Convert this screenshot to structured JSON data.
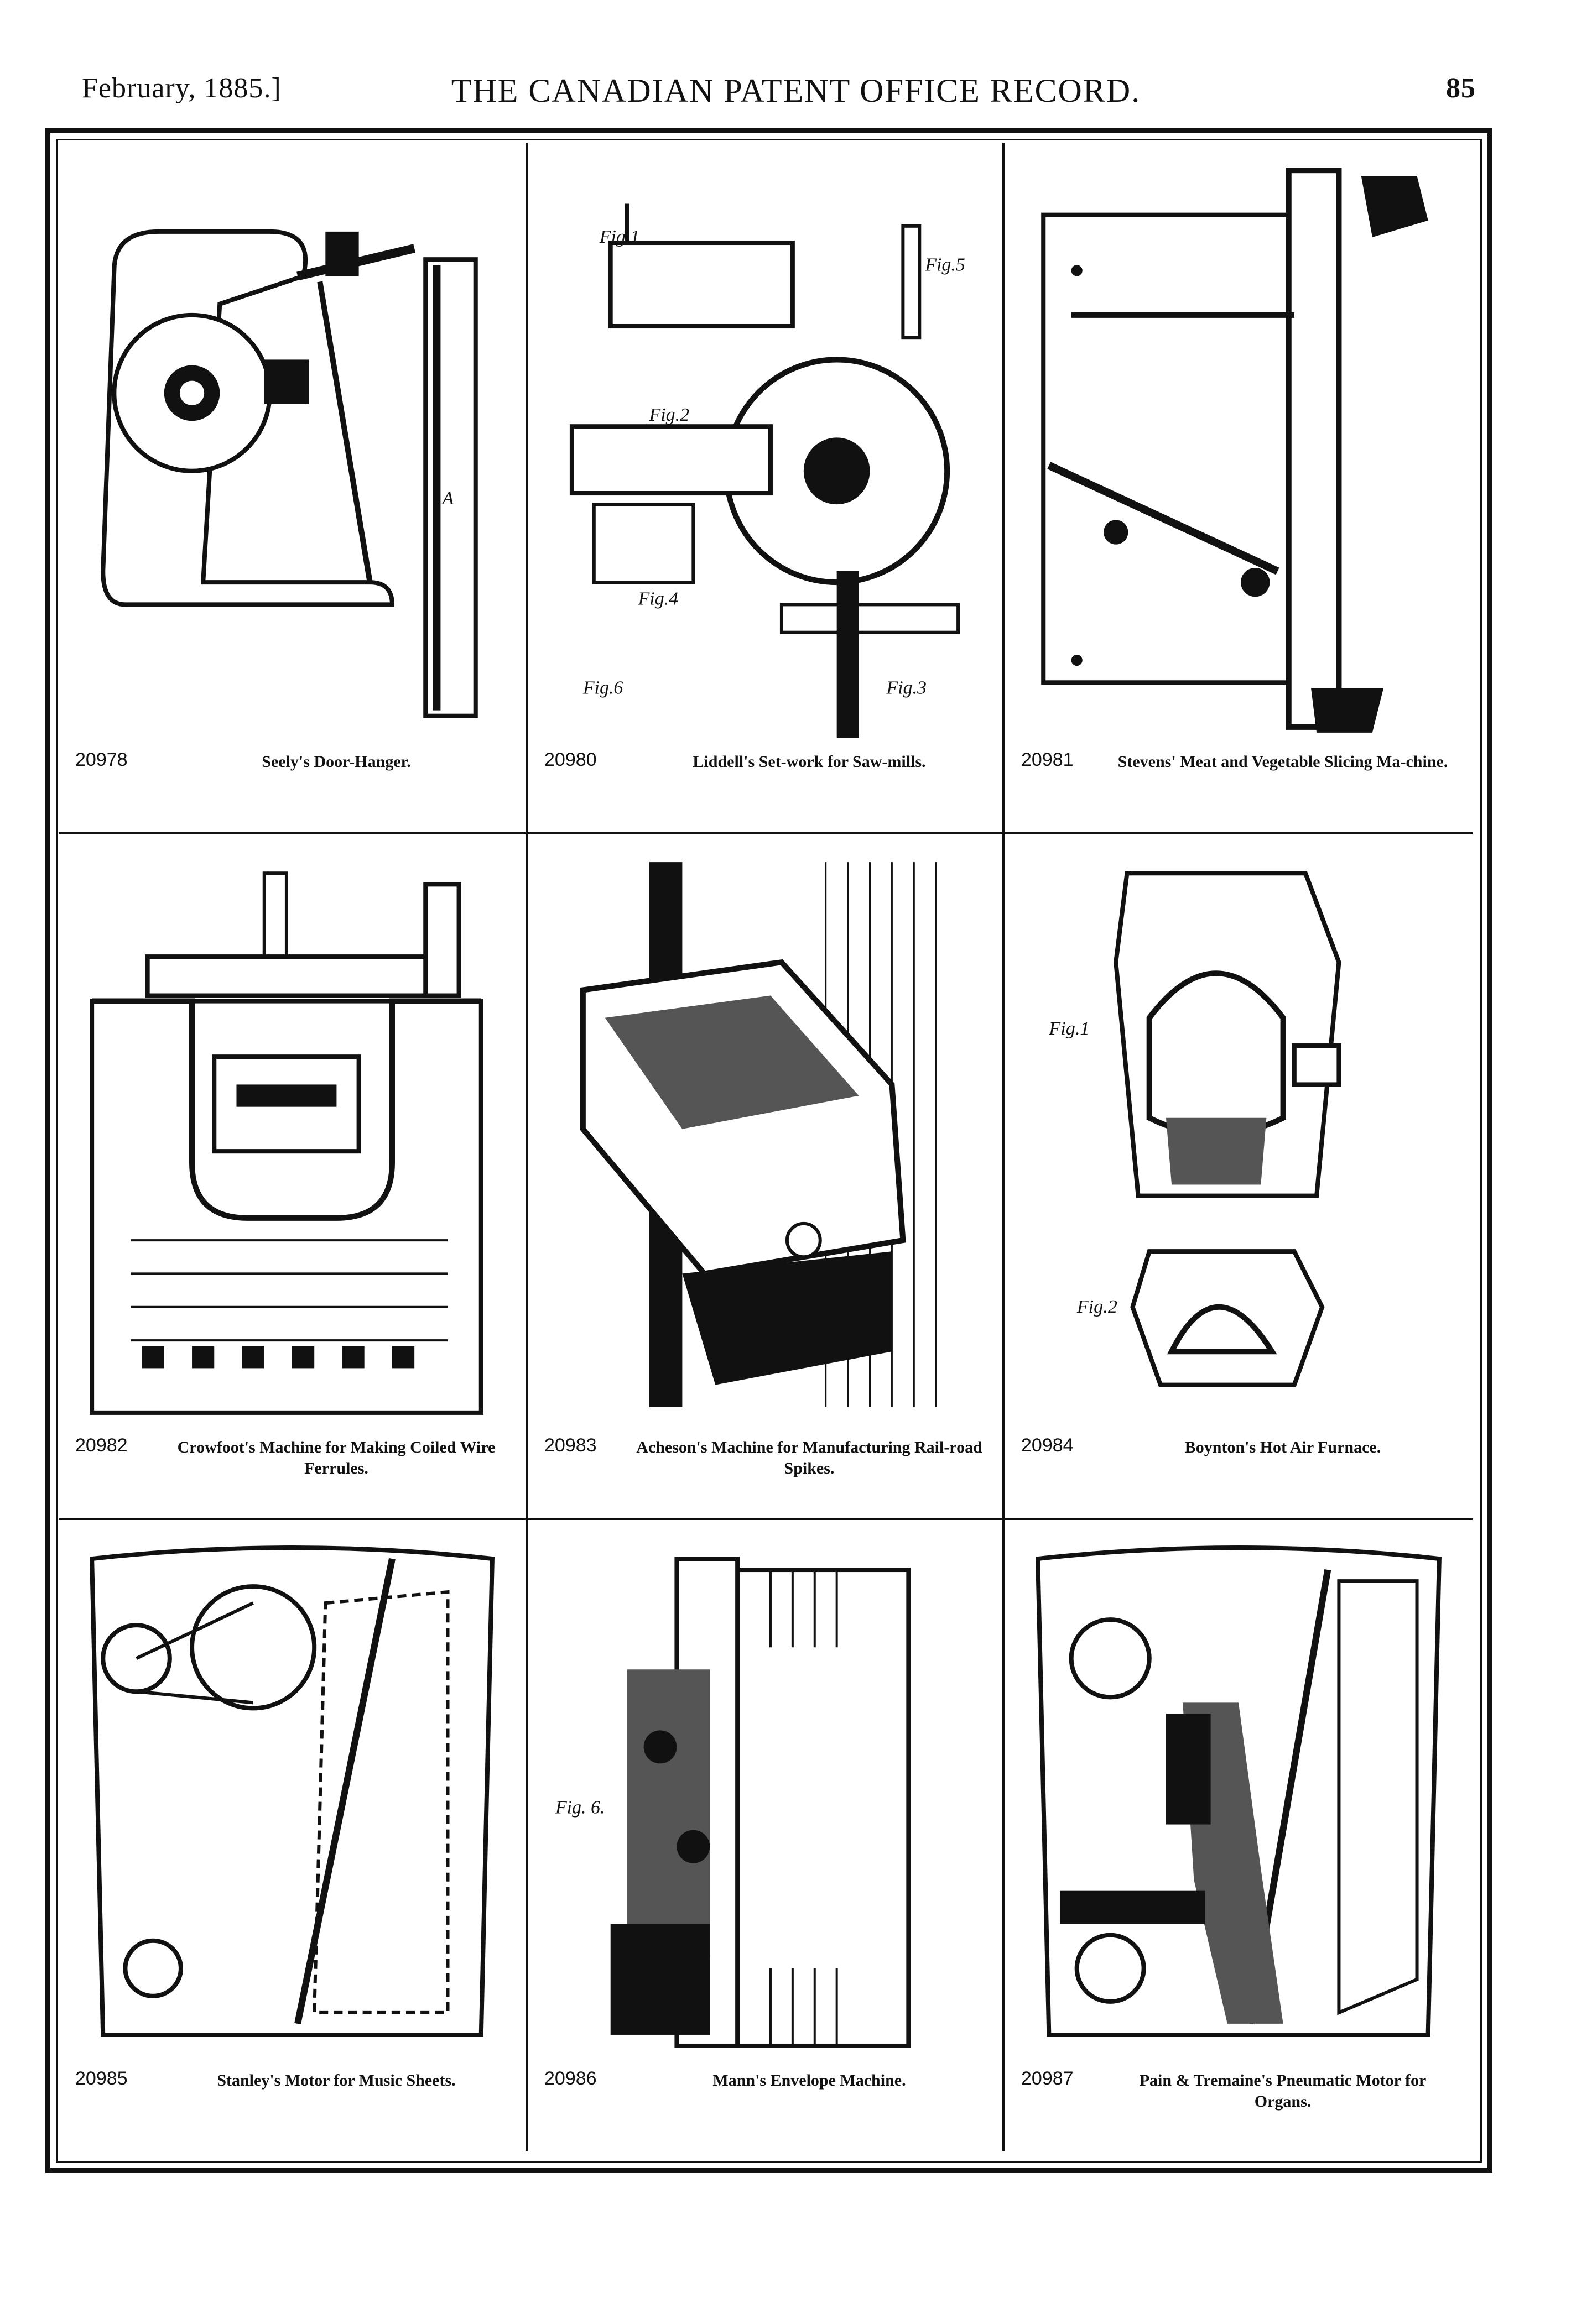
{
  "header": {
    "left": "February, 1885.]",
    "title": "THE CANADIAN PATENT OFFICE RECORD.",
    "page": "85"
  },
  "patents": [
    {
      "number": "20978",
      "title": "Seely's Door-Hanger.",
      "icon": "door-hanger-drawing"
    },
    {
      "number": "20980",
      "title": "Liddell's Set-work for Saw-mills.",
      "icon": "saw-mill-setwork-drawing",
      "figure_labels": [
        "Fig.1",
        "Fig.2",
        "Fig.3",
        "Fig.4",
        "Fig.5",
        "Fig.6"
      ]
    },
    {
      "number": "20981",
      "title": "Stevens' Meat and Vegetable Slicing Ma-chine.",
      "icon": "slicing-machine-drawing"
    },
    {
      "number": "20982",
      "title": "Crowfoot's Machine for Making Coiled Wire Ferrules.",
      "icon": "wire-ferrule-machine-drawing"
    },
    {
      "number": "20983",
      "title": "Acheson's Machine for Manufacturing Rail-road Spikes.",
      "icon": "railroad-spike-machine-drawing"
    },
    {
      "number": "20984",
      "title": "Boynton's Hot Air Furnace.",
      "icon": "hot-air-furnace-drawing",
      "figure_labels": [
        "Fig.1",
        "Fig.2"
      ]
    },
    {
      "number": "20985",
      "title": "Stanley's Motor for Music Sheets.",
      "icon": "music-sheet-motor-drawing"
    },
    {
      "number": "20986",
      "title": "Mann's Envelope Machine.",
      "icon": "envelope-machine-drawing",
      "figure_labels": [
        "Fig. 6."
      ]
    },
    {
      "number": "20987",
      "title": "Pain & Tremaine's Pneumatic Motor for Organs.",
      "icon": "pneumatic-organ-motor-drawing"
    }
  ]
}
